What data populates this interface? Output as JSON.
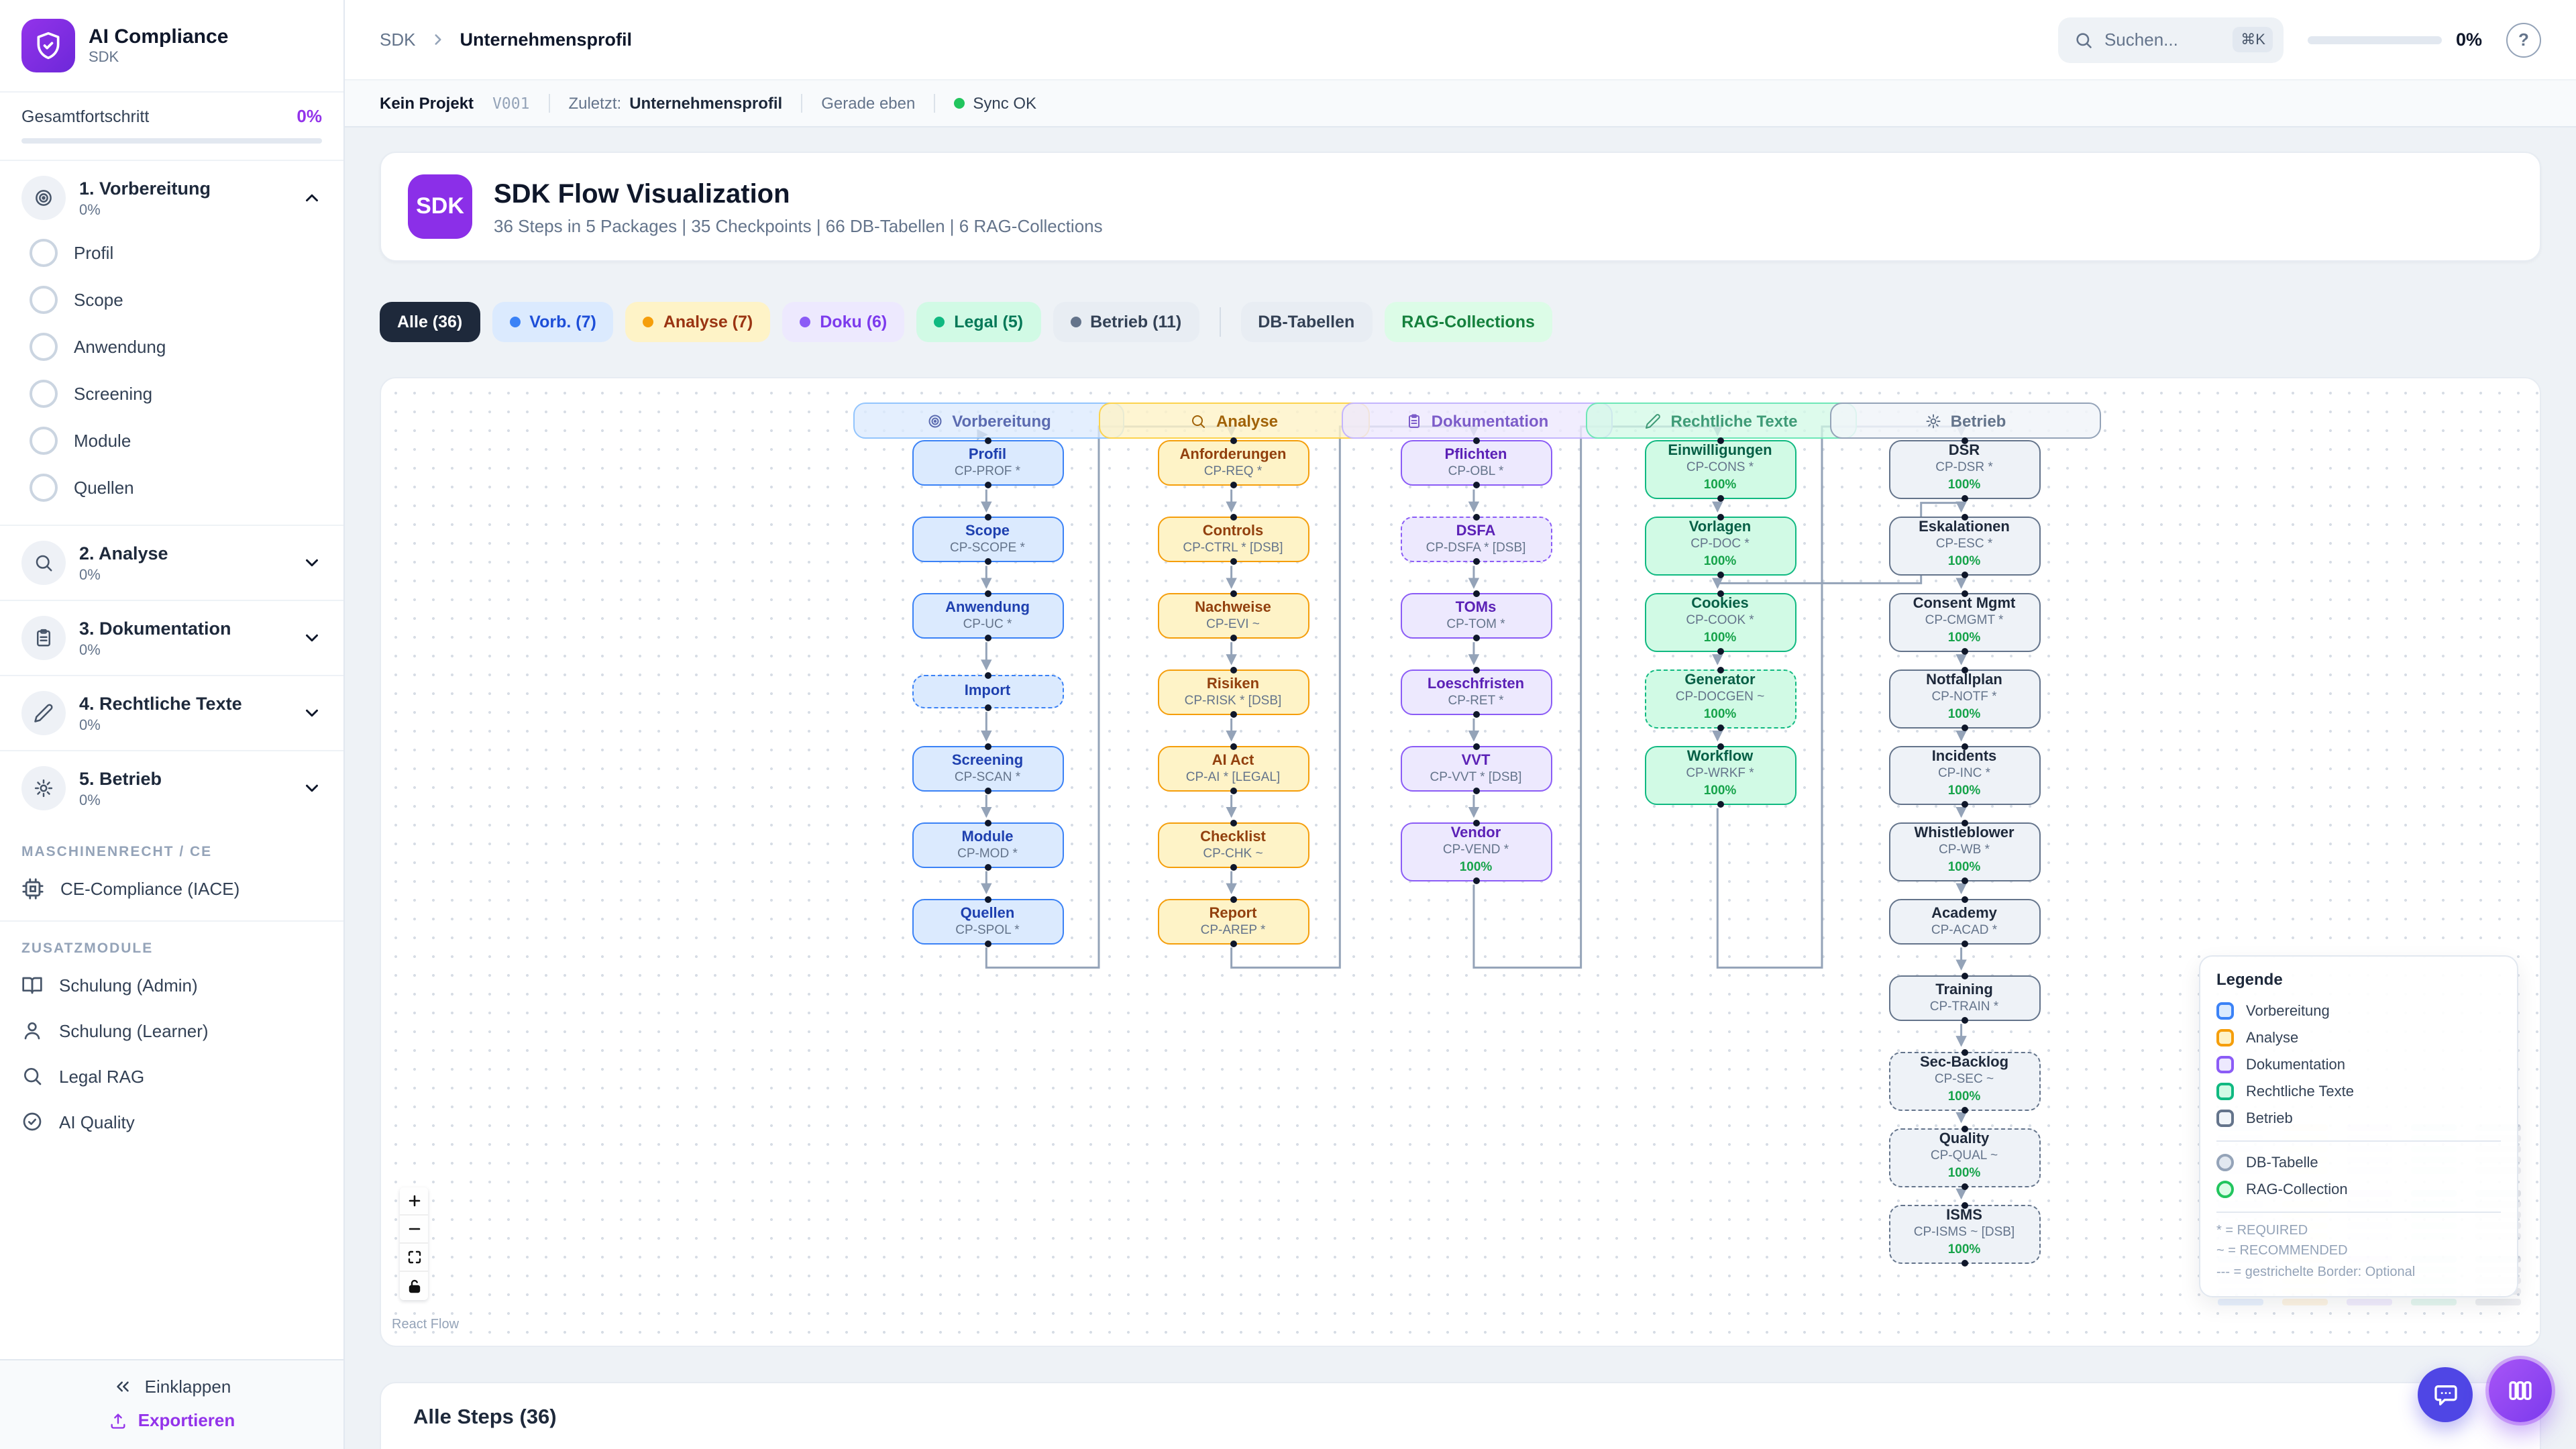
{
  "sidebar": {
    "app_title": "AI Compliance",
    "app_subtitle": "SDK",
    "progress_label": "Gesamtfortschritt",
    "progress_value": "0%",
    "phases": [
      {
        "label": "1. Vorbereitung",
        "pct": "0%",
        "icon": "target-icon",
        "expanded": true,
        "children": [
          "Profil",
          "Scope",
          "Anwendung",
          "Screening",
          "Module",
          "Quellen"
        ]
      },
      {
        "label": "2. Analyse",
        "pct": "0%",
        "icon": "search-icon"
      },
      {
        "label": "3. Dokumentation",
        "pct": "0%",
        "icon": "clipboard-icon"
      },
      {
        "label": "4. Rechtliche Texte",
        "pct": "0%",
        "icon": "pencil-icon"
      },
      {
        "label": "5. Betrieb",
        "pct": "0%",
        "icon": "gear-icon"
      }
    ],
    "section_machine": "MASCHINENRECHT / CE",
    "ce_item": "CE-Compliance (IACE)",
    "section_addons": "ZUSATZMODULE",
    "addons": [
      {
        "label": "Schulung (Admin)",
        "icon": "book-icon"
      },
      {
        "label": "Schulung (Learner)",
        "icon": "user-icon"
      },
      {
        "label": "Legal RAG",
        "icon": "search-icon"
      },
      {
        "label": "AI Quality",
        "icon": "check-circle-icon"
      }
    ],
    "collapse_label": "Einklappen",
    "export_label": "Exportieren"
  },
  "topbar": {
    "breadcrumb_root": "SDK",
    "breadcrumb_current": "Unternehmensprofil",
    "search_placeholder": "Suchen...",
    "search_kbd": "⌘K",
    "progress_value": "0%"
  },
  "statusbar": {
    "project": "Kein Projekt",
    "version": "V001",
    "last_label": "Zuletzt:",
    "last_value": "Unternehmensprofil",
    "time": "Gerade eben",
    "sync": "Sync OK"
  },
  "header": {
    "avatar": "SDK",
    "title": "SDK Flow Visualization",
    "subtitle": "36 Steps in 5 Packages | 35 Checkpoints | 66 DB-Tabellen | 6 RAG-Collections"
  },
  "filters": [
    {
      "label": "Alle (36)",
      "cls": "f-all"
    },
    {
      "label": "Vorb. (7)",
      "cls": "f-vorb",
      "dot": "#3b82f6"
    },
    {
      "label": "Analyse (7)",
      "cls": "f-analyse",
      "dot": "#f59e0b"
    },
    {
      "label": "Doku (6)",
      "cls": "f-doku",
      "dot": "#8b5cf6"
    },
    {
      "label": "Legal (5)",
      "cls": "f-legal",
      "dot": "#10b981"
    },
    {
      "label": "Betrieb (11)",
      "cls": "f-betrieb",
      "dot": "#64748b"
    },
    {
      "label": "DB-Tabellen",
      "cls": "f-db",
      "divider_before": true
    },
    {
      "label": "RAG-Collections",
      "cls": "f-rag"
    }
  ],
  "flow": {
    "attribution": "React Flow",
    "columns": [
      {
        "id": "vorbereitung",
        "title": "Vorbereitung",
        "icon": "target-icon",
        "color": "blue",
        "nodes": [
          {
            "label": "Profil",
            "code": "CP-PROF *"
          },
          {
            "label": "Scope",
            "code": "CP-SCOPE *"
          },
          {
            "label": "Anwendung",
            "code": "CP-UC *"
          },
          {
            "label": "Import",
            "code": null,
            "dashed": true
          },
          {
            "label": "Screening",
            "code": "CP-SCAN *"
          },
          {
            "label": "Module",
            "code": "CP-MOD *"
          },
          {
            "label": "Quellen",
            "code": "CP-SPOL *"
          }
        ]
      },
      {
        "id": "analyse",
        "title": "Analyse",
        "icon": "search-icon",
        "color": "amber",
        "nodes": [
          {
            "label": "Anforderungen",
            "code": "CP-REQ *"
          },
          {
            "label": "Controls",
            "code": "CP-CTRL * [DSB]"
          },
          {
            "label": "Nachweise",
            "code": "CP-EVI ~"
          },
          {
            "label": "Risiken",
            "code": "CP-RISK * [DSB]"
          },
          {
            "label": "AI Act",
            "code": "CP-AI * [LEGAL]"
          },
          {
            "label": "Checklist",
            "code": "CP-CHK ~"
          },
          {
            "label": "Report",
            "code": "CP-AREP *"
          }
        ]
      },
      {
        "id": "dokumentation",
        "title": "Dokumentation",
        "icon": "clipboard-icon",
        "color": "violet",
        "nodes": [
          {
            "label": "Pflichten",
            "code": "CP-OBL *"
          },
          {
            "label": "DSFA",
            "code": "CP-DSFA * [DSB]",
            "dashed": true
          },
          {
            "label": "TOMs",
            "code": "CP-TOM *"
          },
          {
            "label": "Loeschfristen",
            "code": "CP-RET *"
          },
          {
            "label": "VVT",
            "code": "CP-VVT * [DSB]"
          },
          {
            "label": "Vendor",
            "code": "CP-VEND *",
            "progress": "100%"
          }
        ]
      },
      {
        "id": "rechtliche-texte",
        "title": "Rechtliche Texte",
        "icon": "pencil-icon",
        "color": "green",
        "nodes": [
          {
            "label": "Einwilligungen",
            "code": "CP-CONS *",
            "progress": "100%"
          },
          {
            "label": "Vorlagen",
            "code": "CP-DOC *",
            "progress": "100%"
          },
          {
            "label": "Cookies",
            "code": "CP-COOK *",
            "progress": "100%"
          },
          {
            "label": "Generator",
            "code": "CP-DOCGEN ~",
            "progress": "100%",
            "dashed": true
          },
          {
            "label": "Workflow",
            "code": "CP-WRKF *",
            "progress": "100%"
          }
        ]
      },
      {
        "id": "betrieb",
        "title": "Betrieb",
        "icon": "gear-icon",
        "color": "slate",
        "nodes": [
          {
            "label": "DSR",
            "code": "CP-DSR *",
            "progress": "100%"
          },
          {
            "label": "Eskalationen",
            "code": "CP-ESC *",
            "progress": "100%"
          },
          {
            "label": "Consent Mgmt",
            "code": "CP-CMGMT *",
            "progress": "100%"
          },
          {
            "label": "Notfallplan",
            "code": "CP-NOTF *",
            "progress": "100%"
          },
          {
            "label": "Incidents",
            "code": "CP-INC *",
            "progress": "100%"
          },
          {
            "label": "Whistleblower",
            "code": "CP-WB *",
            "progress": "100%"
          },
          {
            "label": "Academy",
            "code": "CP-ACAD *"
          },
          {
            "label": "Training",
            "code": "CP-TRAIN *",
            "row": 7
          },
          {
            "label": "Sec-Backlog",
            "code": "CP-SEC ~",
            "progress": "100%",
            "dashed": true,
            "row": 8
          },
          {
            "label": "Quality",
            "code": "CP-QUAL ~",
            "progress": "100%",
            "dashed": true,
            "row": 9
          },
          {
            "label": "ISMS",
            "code": "CP-ISMS ~ [DSB]",
            "progress": "100%",
            "dashed": true,
            "row": 10
          }
        ]
      }
    ]
  },
  "legend": {
    "title": "Legende",
    "phase_items": [
      {
        "label": "Vorbereitung",
        "swatch": "blue"
      },
      {
        "label": "Analyse",
        "swatch": "amber"
      },
      {
        "label": "Dokumentation",
        "swatch": "violet"
      },
      {
        "label": "Rechtliche Texte",
        "swatch": "green"
      },
      {
        "label": "Betrieb",
        "swatch": "slate"
      }
    ],
    "node_items": [
      {
        "label": "DB-Tabelle",
        "swatch": "db"
      },
      {
        "label": "RAG-Collection",
        "swatch": "rag"
      }
    ],
    "notes": [
      "* = REQUIRED",
      "~ = RECOMMENDED",
      "--- = gestrichelte Border: Optional"
    ]
  },
  "steps_panel": {
    "title": "Alle Steps (36)"
  },
  "theme": {
    "accent_purple": "#9333ea",
    "phase_colors": {
      "blue": "#3b82f6",
      "amber": "#f59e0b",
      "violet": "#8b5cf6",
      "green": "#10b981",
      "slate": "#64748b"
    },
    "edge_color": "#94a3b8",
    "progress_green": "#22c55e",
    "sync_green": "#22c55e"
  }
}
